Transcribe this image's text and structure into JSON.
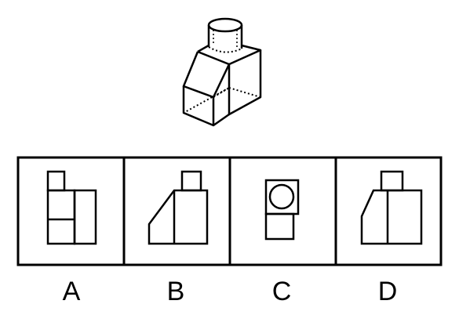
{
  "puzzle": {
    "options": [
      {
        "label": "A"
      },
      {
        "label": "B"
      },
      {
        "label": "C"
      },
      {
        "label": "D"
      }
    ]
  },
  "colors": {
    "stroke": "#000000",
    "background": "#ffffff"
  }
}
